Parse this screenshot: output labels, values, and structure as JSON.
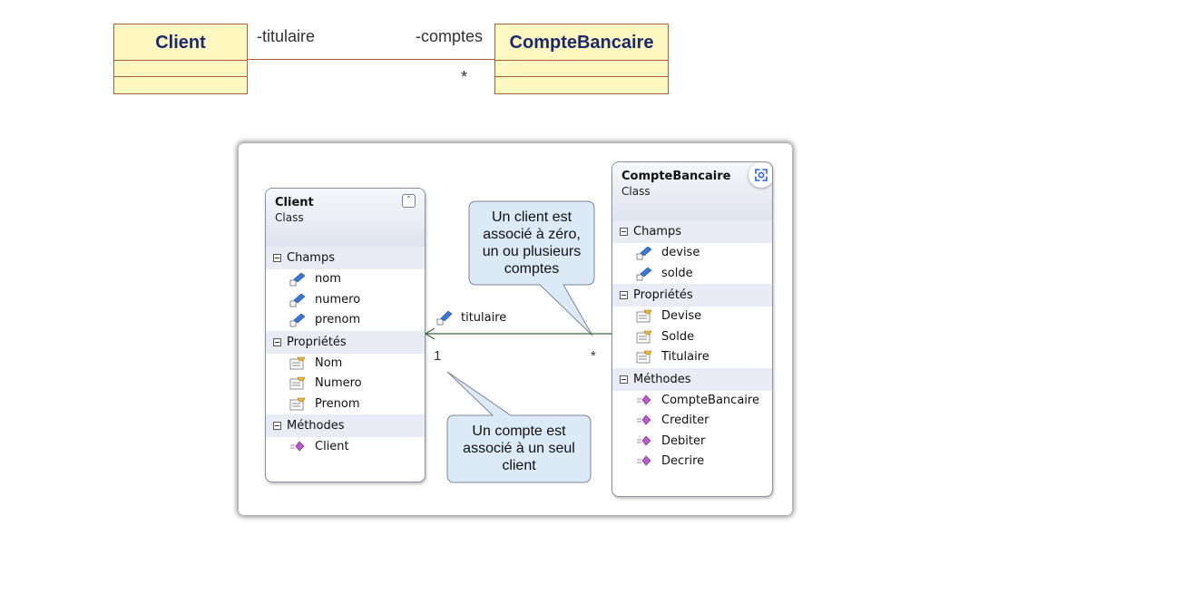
{
  "uml": {
    "client_name": "Client",
    "compte_name": "CompteBancaire",
    "role_left": "-titulaire",
    "role_right": "-comptes",
    "multiplicity": "*"
  },
  "diagram": {
    "client": {
      "name": "Client",
      "kind": "Class",
      "sections": [
        {
          "title": "Champs",
          "icon": "field-icon",
          "members": [
            "nom",
            "numero",
            "prenom"
          ]
        },
        {
          "title": "Propriétés",
          "icon": "property-icon",
          "members": [
            "Nom",
            "Numero",
            "Prenom"
          ]
        },
        {
          "title": "Méthodes",
          "icon": "method-icon",
          "members": [
            "Client"
          ]
        }
      ]
    },
    "compte": {
      "name": "CompteBancaire",
      "kind": "Class",
      "sections": [
        {
          "title": "Champs",
          "icon": "field-icon",
          "members": [
            "devise",
            "solde"
          ]
        },
        {
          "title": "Propriétés",
          "icon": "property-icon",
          "members": [
            "Devise",
            "Solde",
            "Titulaire"
          ]
        },
        {
          "title": "Méthodes",
          "icon": "method-icon",
          "members": [
            "CompteBancaire",
            "Crediter",
            "Debiter",
            "Decrire"
          ]
        }
      ]
    },
    "association": {
      "label": "titulaire",
      "mult_client": "1",
      "mult_compte": "*"
    },
    "bubble_top": [
      "Un client est",
      "associé à zéro,",
      "un ou plusieurs",
      "comptes"
    ],
    "bubble_bottom": [
      "Un compte est",
      "associé à un seul",
      "client"
    ]
  },
  "colors": {
    "uml_fill": "#fff8c0",
    "uml_border": "#b05c3a",
    "bubble_fill": "#dce9f7",
    "bubble_stroke": "#7a8594",
    "association_line": "#3f6b3a"
  }
}
